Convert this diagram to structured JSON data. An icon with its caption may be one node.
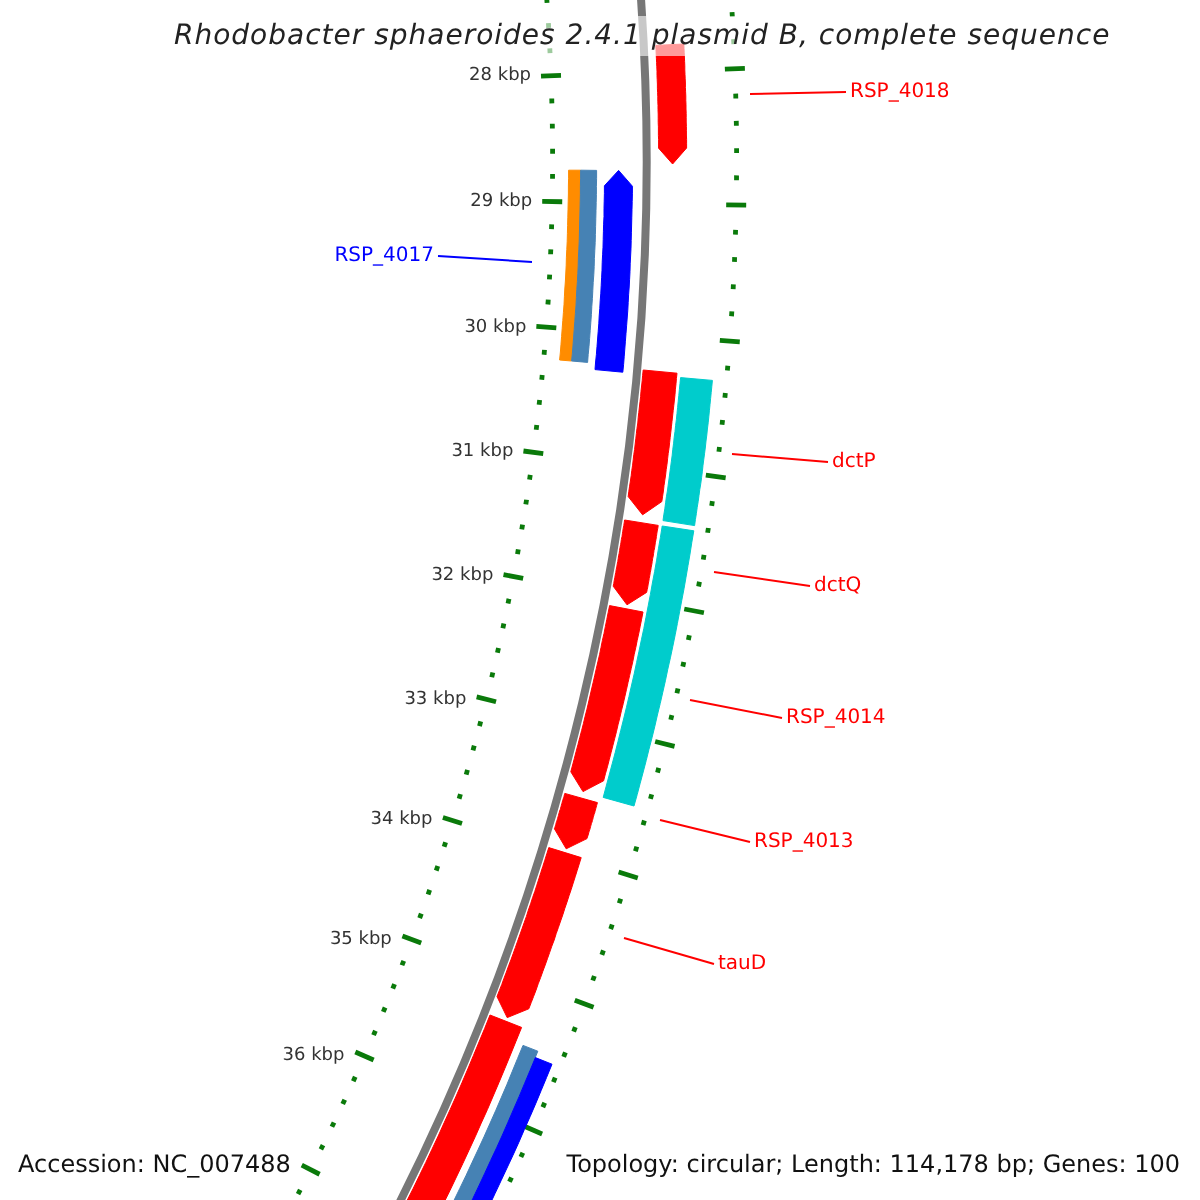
{
  "diagram": {
    "title": "Rhodobacter sphaeroides 2.4.1 plasmid B, complete sequence",
    "nodes": [
      {
        "text": [
          "RSP_4018"
        ]
      },
      {
        "text": [
          "RSP_4017"
        ]
      },
      {
        "text": [
          "dctP"
        ]
      },
      {
        "text": [
          "dctQ"
        ]
      },
      {
        "text": [
          "RSP_4014"
        ]
      },
      {
        "text": [
          "RSP_4013"
        ]
      },
      {
        "text": [
          "tauD"
        ]
      }
    ],
    "edges": [
      {
        "from": 0,
        "to": null,
        "arrow": "none"
      },
      {
        "from": 1,
        "to": null,
        "arrow": "none",
        "color": "#0000ff"
      },
      {
        "from": 2,
        "to": null,
        "arrow": "none"
      },
      {
        "from": 3,
        "to": null,
        "arrow": "none"
      },
      {
        "from": 4,
        "to": null,
        "arrow": "none"
      },
      {
        "from": 5,
        "to": null,
        "arrow": "none"
      },
      {
        "from": 6,
        "to": null,
        "arrow": "none"
      }
    ],
    "labels": [
      "28 kbp",
      "29 kbp",
      "30 kbp",
      "31 kbp",
      "32 kbp",
      "33 kbp",
      "34 kbp",
      "35 kbp",
      "36 kbp",
      "Accession: NC_007488",
      "Topology: circular; Length: 114,178 bp; Genes: 100"
    ]
  }
}
